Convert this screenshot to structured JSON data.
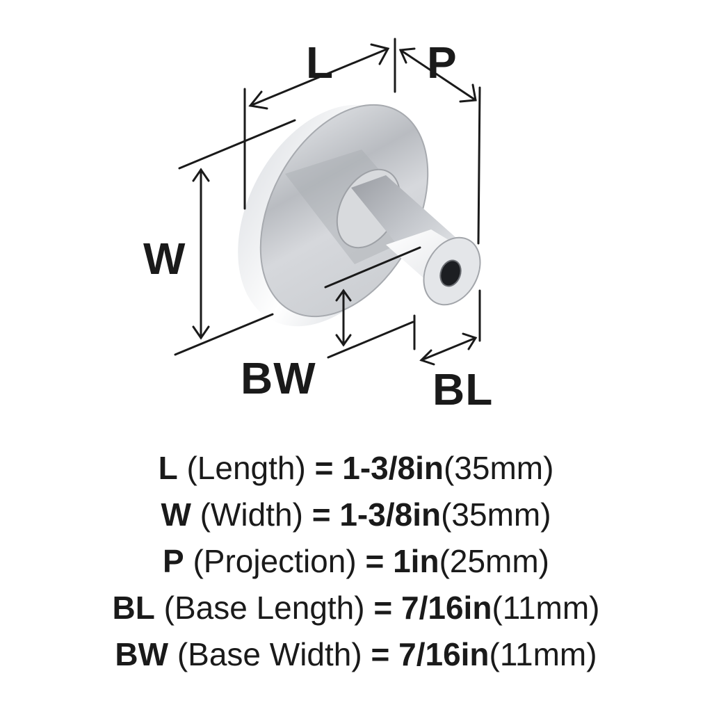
{
  "diagram": {
    "subject": "round cabinet knob with flat disc face and narrow cylindrical base",
    "finish_colors": {
      "chrome_light": "#f2f3f5",
      "chrome_mid": "#c3c6cb",
      "chrome_dark": "#8d9096",
      "hole": "#1c1e22",
      "line": "#1a1a1a"
    },
    "labels": {
      "L": "L",
      "P": "P",
      "W": "W",
      "BW": "BW",
      "BL": "BL"
    }
  },
  "specs": [
    {
      "code": "L",
      "name": "(Length)",
      "eq": "=",
      "imperial": "1-3/8in",
      "metric": "(35mm)"
    },
    {
      "code": "W",
      "name": "(Width)",
      "eq": "=",
      "imperial": "1-3/8in",
      "metric": "(35mm)"
    },
    {
      "code": "P",
      "name": "(Projection)",
      "eq": "=",
      "imperial": "1in",
      "metric": "(25mm)"
    },
    {
      "code": "BL",
      "name": "(Base Length)",
      "eq": "=",
      "imperial": "7/16in",
      "metric": "(11mm)"
    },
    {
      "code": "BW",
      "name": "(Base Width)",
      "eq": "=",
      "imperial": "7/16in",
      "metric": "(11mm)"
    }
  ]
}
